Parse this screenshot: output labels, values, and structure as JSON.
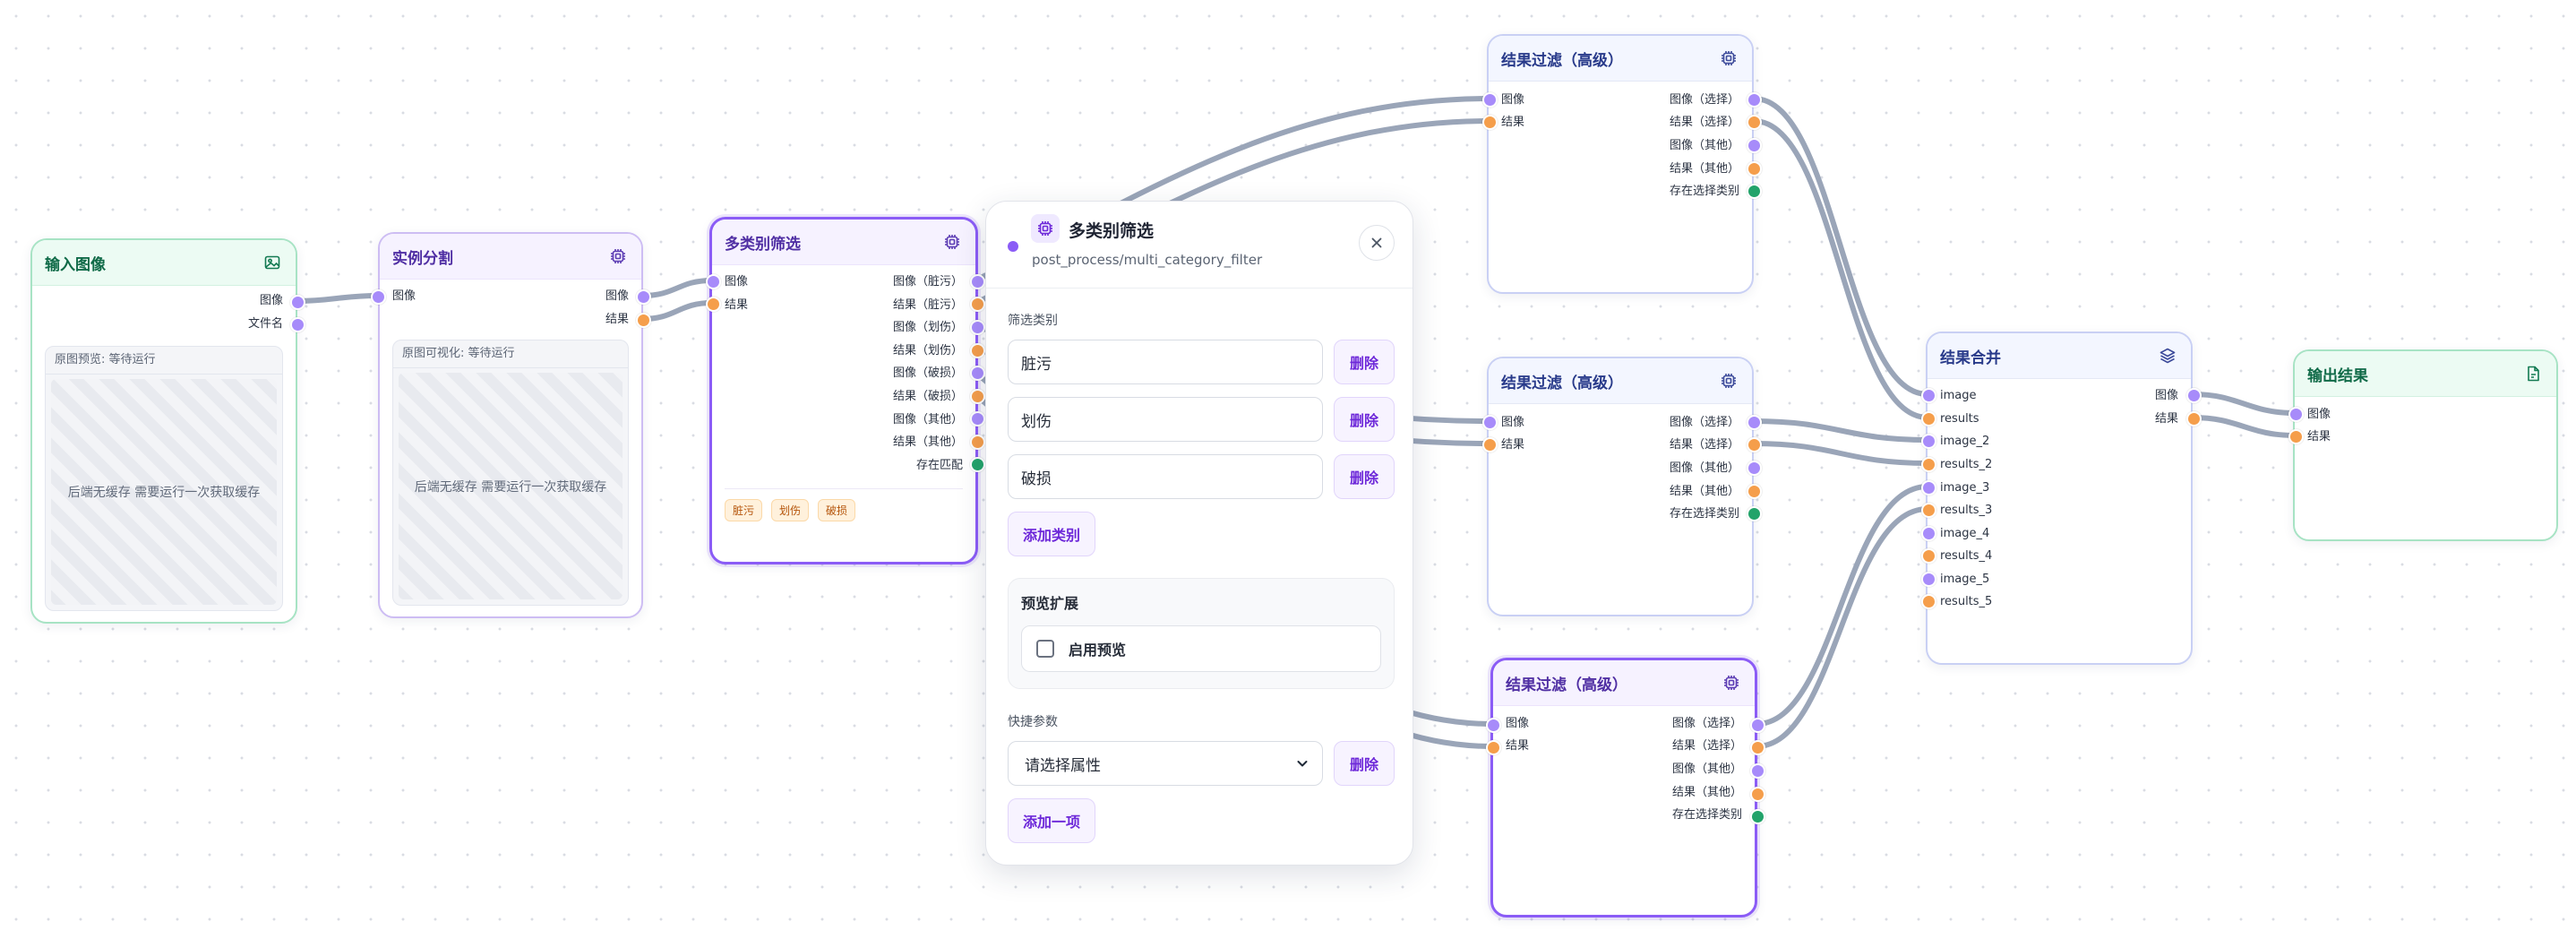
{
  "nodes": {
    "input_image": {
      "title": "输入图像",
      "outputs": [
        "图像",
        "文件名"
      ],
      "preview_title": "原图预览: 等待运行",
      "preview_text": "后端无缓存 需要运行一次获取缓存"
    },
    "instance_seg": {
      "title": "实例分割",
      "inputs": [
        "图像"
      ],
      "outputs": [
        "图像",
        "结果"
      ],
      "preview_title": "原图可视化: 等待运行",
      "preview_text": "后端无缓存 需要运行一次获取缓存"
    },
    "multi_filter": {
      "title": "多类别筛选",
      "inputs": [
        "图像",
        "结果"
      ],
      "outputs": [
        "图像（脏污）",
        "结果（脏污）",
        "图像（划伤）",
        "结果（划伤）",
        "图像（破损）",
        "结果（破损）",
        "图像（其他）",
        "结果（其他）",
        "存在匹配"
      ],
      "tags": [
        "脏污",
        "划伤",
        "破损"
      ]
    },
    "filter_1": {
      "title": "结果过滤（高级）",
      "inputs": [
        "图像",
        "结果"
      ],
      "outputs": [
        "图像（选择）",
        "结果（选择）",
        "图像（其他）",
        "结果（其他）",
        "存在选择类别"
      ]
    },
    "filter_2": {
      "title": "结果过滤（高级）",
      "inputs": [
        "图像",
        "结果"
      ],
      "outputs": [
        "图像（选择）",
        "结果（选择）",
        "图像（其他）",
        "结果（其他）",
        "存在选择类别"
      ]
    },
    "filter_3": {
      "title": "结果过滤（高级）",
      "inputs": [
        "图像",
        "结果"
      ],
      "outputs": [
        "图像（选择）",
        "结果（选择）",
        "图像（其他）",
        "结果（其他）",
        "存在选择类别"
      ]
    },
    "merge": {
      "title": "结果合并",
      "inputs": [
        "image",
        "results",
        "image_2",
        "results_2",
        "image_3",
        "results_3",
        "image_4",
        "results_4",
        "image_5",
        "results_5"
      ],
      "outputs": [
        "图像",
        "结果"
      ]
    },
    "output": {
      "title": "输出结果",
      "inputs": [
        "图像",
        "结果"
      ]
    }
  },
  "panel": {
    "title": "多类别筛选",
    "subtitle": "post_process/multi_category_filter",
    "filter_section_label": "筛选类别",
    "categories": [
      "脏污",
      "划伤",
      "破损"
    ],
    "delete_label": "删除",
    "add_category_label": "添加类别",
    "preview_section_title": "预览扩展",
    "enable_preview_label": "启用预览",
    "enable_preview_checked": false,
    "quick_params_label": "快捷参数",
    "select_placeholder": "请选择属性",
    "add_item_label": "添加一项"
  },
  "colors": {
    "image_pin": "#a78bfa",
    "result_pin": "#f59e4b",
    "flag_pin": "#22a36a",
    "accent": "#8b5cf6",
    "wire": "#9aa5b8"
  },
  "icons": {
    "input_image": "image-icon",
    "processor": "chip-icon",
    "merge": "layers-icon",
    "output": "file-icon",
    "close": "close-icon",
    "select": "chevron-down-icon"
  }
}
